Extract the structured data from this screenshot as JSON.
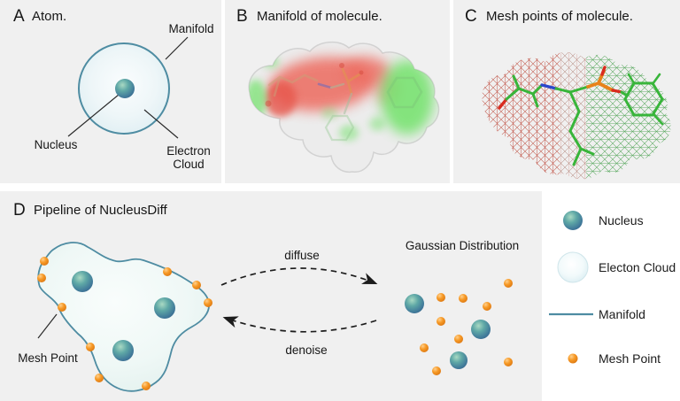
{
  "panels": {
    "a": {
      "letter": "A",
      "title": "Atom.",
      "labels": {
        "manifold": "Manifold",
        "nucleus": "Nucleus",
        "electron_cloud_1": "Electron",
        "electron_cloud_2": "Cloud"
      }
    },
    "b": {
      "letter": "B",
      "title": "Manifold of molecule."
    },
    "c": {
      "letter": "C",
      "title": "Mesh points of molecule."
    },
    "d": {
      "letter": "D",
      "title": "Pipeline of NucleusDiff",
      "labels": {
        "mesh_point": "Mesh Point",
        "diffuse": "diffuse",
        "denoise": "denoise",
        "gaussian": "Gaussian Distribution"
      }
    }
  },
  "legend": {
    "items": [
      {
        "icon": "nucleus-sphere",
        "label": "Nucleus"
      },
      {
        "icon": "electron-cloud-circle",
        "label": "Electon Cloud"
      },
      {
        "icon": "manifold-line",
        "label": "Manifold"
      },
      {
        "icon": "mesh-point-dot",
        "label": "Mesh Point"
      }
    ]
  },
  "colors": {
    "panel_background": "#f0f0f0",
    "page_background": "#ffffff",
    "manifold_stroke": "#4e8ca2",
    "electron_cloud_fill": "#e9f5f2",
    "nucleus_teal": "#4e93a5",
    "mesh_point_orange": "#f3901f",
    "surface_red": "#ed6a5f",
    "surface_green": "#72e26b",
    "text": "#161616"
  }
}
